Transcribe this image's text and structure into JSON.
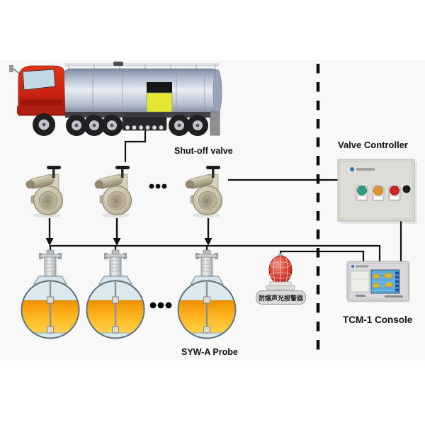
{
  "labels": {
    "shutoff_valve": "Shut-off valve",
    "valve_controller": "Valve Controller",
    "tcm_console": "TCM-1 Console",
    "syw_probe": "SYW-A Probe",
    "alarm_device": "防爆声光报警器"
  },
  "counts": {
    "shutoff_valves_shown": 3,
    "probe_tanks_shown": 3
  },
  "colors": {
    "line": "#111111",
    "truck_cab_red": "#cf2a1b",
    "placard_yellow": "#e4e72f",
    "placard_black": "#161616",
    "tank_shell_blue": "#d9e9ef",
    "liquid_orange_top": "#ee8f00",
    "liquid_orange_bottom": "#ffd24a",
    "lamp_green": "#2f9e85",
    "lamp_amber": "#e2952f",
    "lamp_red": "#cf2525",
    "beacon_red": "#cf3020",
    "console_screen_blue": "#5ba9da",
    "console_button_yellow": "#d8b838"
  }
}
